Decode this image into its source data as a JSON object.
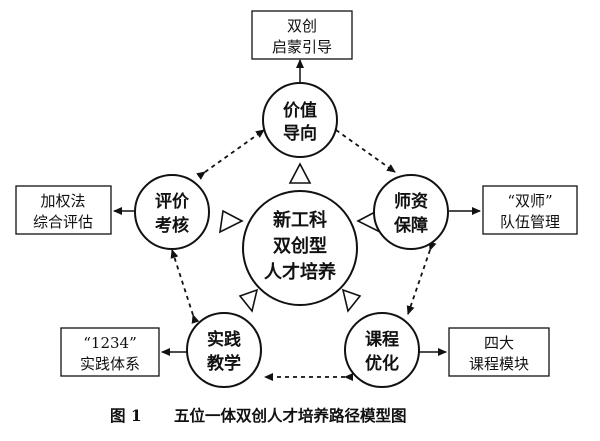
{
  "center": {
    "lines": [
      "新工科",
      "双创型",
      "人才培养"
    ]
  },
  "nodes": {
    "value_guidance": {
      "lines": [
        "价值",
        "导向"
      ]
    },
    "faculty_support": {
      "lines": [
        "师资",
        "保障"
      ]
    },
    "course_optimization": {
      "lines": [
        "课程",
        "优化"
      ]
    },
    "practice_teaching": {
      "lines": [
        "实践",
        "教学"
      ]
    },
    "evaluation_assessment": {
      "lines": [
        "评价",
        "考核"
      ]
    }
  },
  "boxes": {
    "value_guidance": {
      "lines": [
        "双创",
        "启蒙引导"
      ]
    },
    "faculty_support": {
      "lines": [
        "“双师”",
        "队伍管理"
      ]
    },
    "course_optimization": {
      "lines": [
        "四大",
        "课程模块"
      ]
    },
    "practice_teaching": {
      "lines": [
        "“1234”",
        "实践体系"
      ]
    },
    "evaluation_assessment": {
      "lines": [
        "加权法",
        "综合评估"
      ]
    }
  },
  "caption": {
    "figure": "图 1",
    "title": "五位一体双创人才培养路径模型图"
  }
}
